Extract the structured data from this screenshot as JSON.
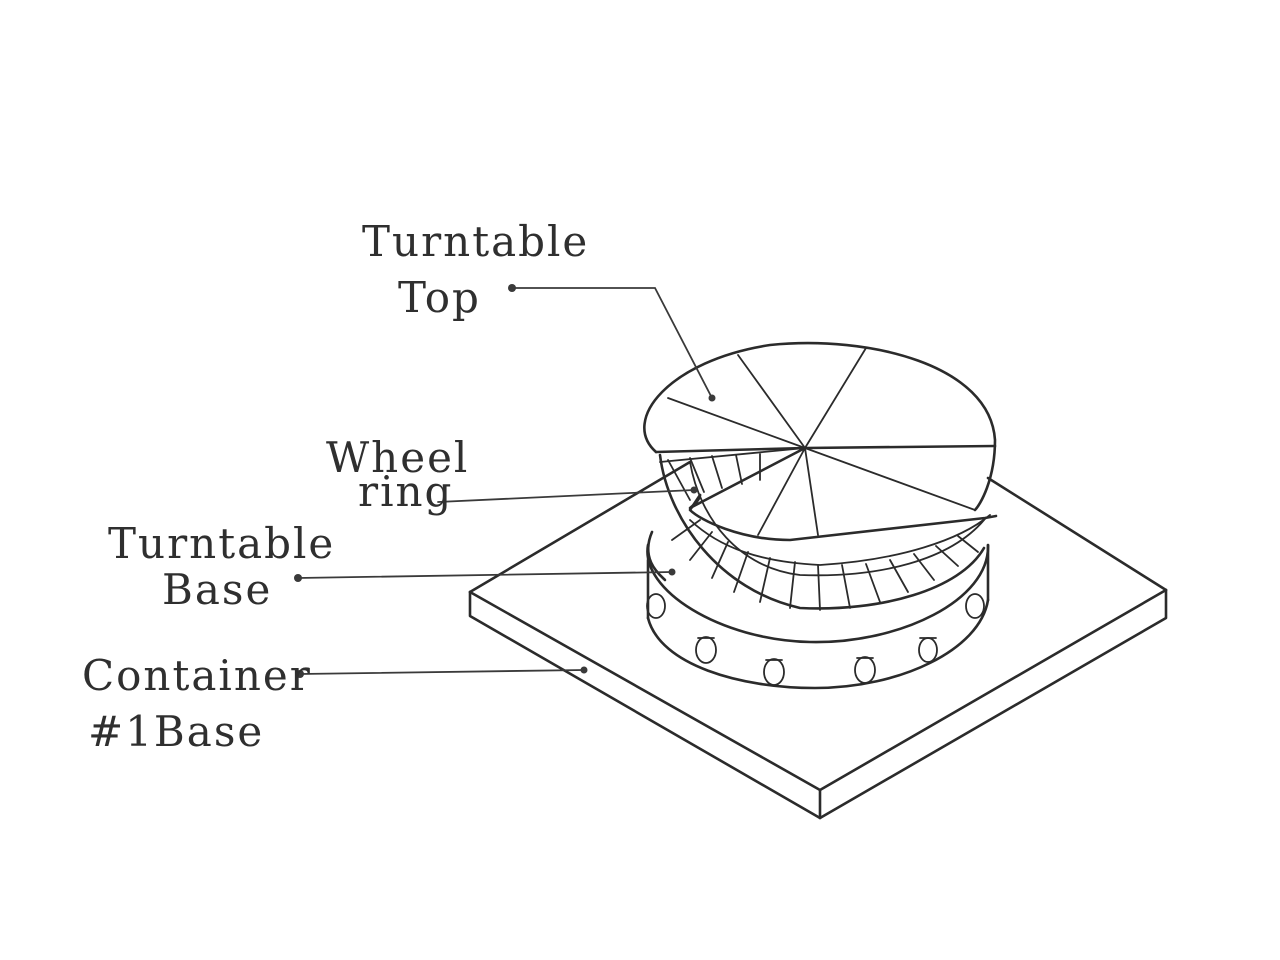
{
  "labels": {
    "turntable_top": [
      "Turntable",
      "Top"
    ],
    "wheel_ring": [
      "Wheel",
      "ring"
    ],
    "turntable_base": [
      "Turntable",
      "Base"
    ],
    "container_base": [
      "Container",
      "#1Base"
    ]
  },
  "colors": {
    "ink": "#2b2b2b",
    "paper": "#ffffff"
  }
}
